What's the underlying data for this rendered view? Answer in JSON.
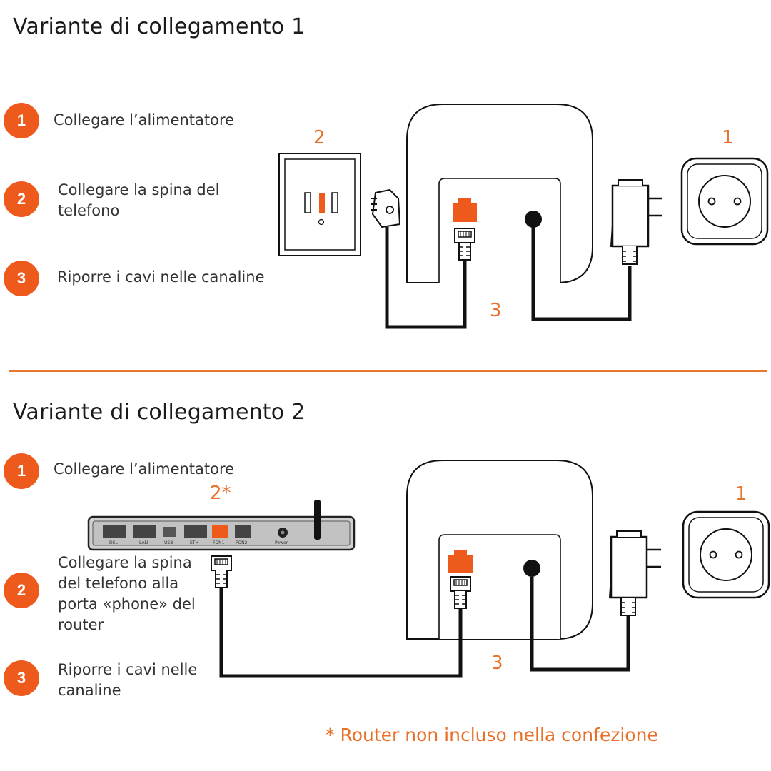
{
  "variant1": {
    "title": "Variante di collegamento 1",
    "steps": [
      {
        "number": "1",
        "text": "Collegare l’alimentatore"
      },
      {
        "number": "2",
        "text": "Collegare la spina del\ntelefono"
      },
      {
        "number": "3",
        "text": "Riporre i cavi nelle canaline"
      }
    ],
    "labels": {
      "socket": "1",
      "wall_plate": "2",
      "cables": "3"
    }
  },
  "variant2": {
    "title": "Variante di collegamento 2",
    "steps": [
      {
        "number": "1",
        "text": "Collegare l’alimentatore"
      },
      {
        "number": "2",
        "text": "Collegare la spina\ndel telefono alla\nporta «phone» del\nrouter"
      },
      {
        "number": "3",
        "text": "Riporre i cavi nelle\ncanaline"
      }
    ],
    "labels": {
      "socket": "1",
      "router": "2*",
      "cables": "3"
    },
    "router_ports": [
      "DSL",
      "LAN",
      "USB",
      "ETH",
      "FON1",
      "FON2",
      "Power"
    ]
  },
  "footnote": "* Router non incluso nella confezione",
  "colors": {
    "accent": "#ee5a1c",
    "label": "#e8702a",
    "divider": "#e8782e",
    "cable": "#111111"
  }
}
